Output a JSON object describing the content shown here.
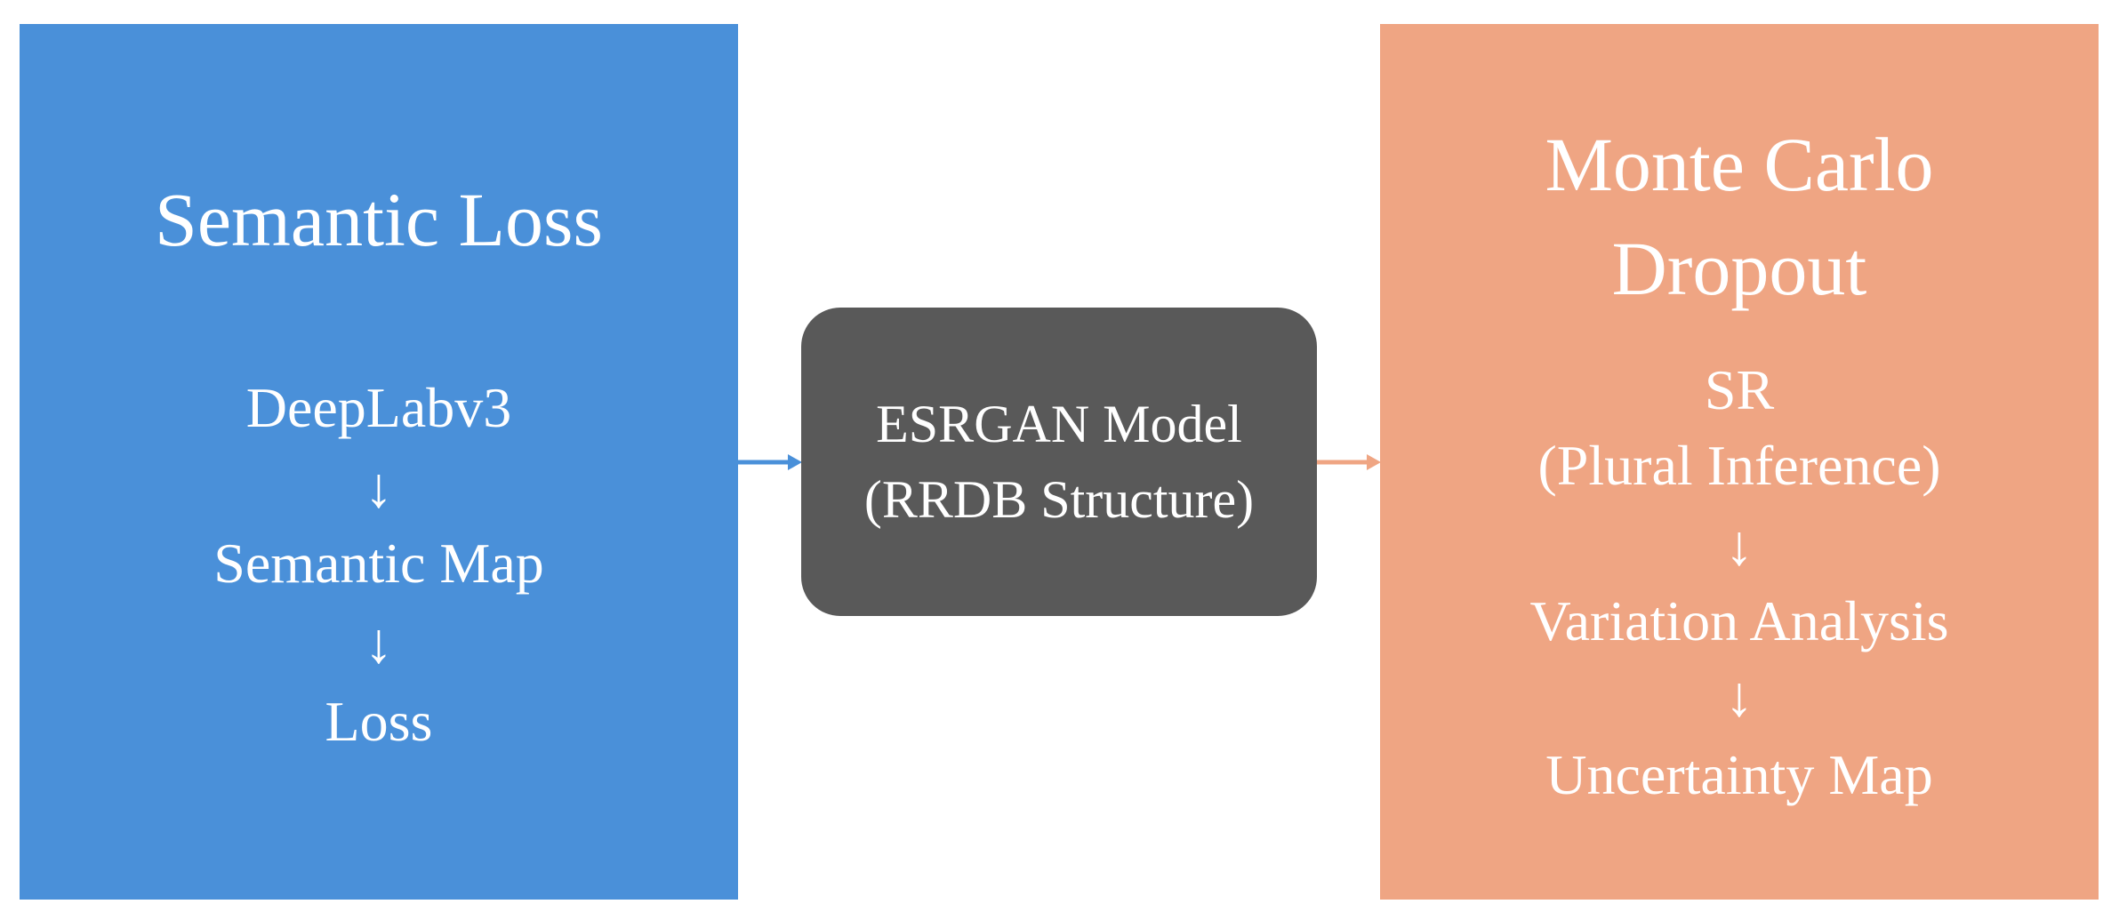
{
  "left_panel": {
    "title": "Semantic Loss",
    "steps": [
      "DeepLabv3",
      "Semantic Map",
      "Loss"
    ],
    "arrow": "↓",
    "color": "#4a90d9"
  },
  "center_box": {
    "lines": [
      "ESRGAN Model",
      "(RRDB Structure)"
    ],
    "color": "#595959"
  },
  "right_panel": {
    "title_lines": [
      "Monte Carlo",
      "Dropout"
    ],
    "steps": [
      "SR",
      "(Plural Inference)",
      "Variation Analysis",
      "Uncertainty Map"
    ],
    "arrow": "↓",
    "color": "#efa583"
  },
  "connectors": {
    "left_to_center_color": "#4a90d9",
    "center_to_right_color": "#efa583"
  }
}
